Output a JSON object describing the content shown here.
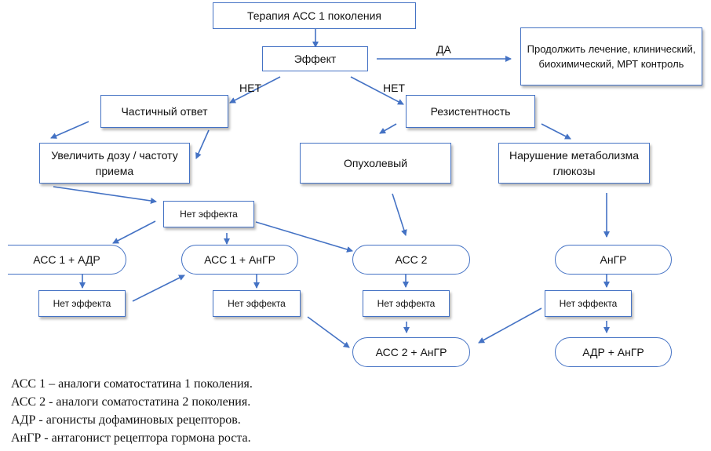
{
  "diagram": {
    "nodes": {
      "start": "Терапия АСС 1 поколения",
      "effect": "Эффект",
      "continue": "Продолжить лечение, клинический, биохимический, МРТ контроль",
      "partial": "Частичный ответ",
      "resistance": "Резистентность",
      "increase_dose": "Увеличить дозу / частоту приема",
      "tumor": "Опухолевый",
      "glucose": "Нарушение метаболизма глюкозы",
      "no_effect_main": "Нет эффекта",
      "acc1_adr": "АСС 1 + АДР",
      "acc1_angr": "АСС 1 + АнГР",
      "acc2": "АСС 2",
      "angr": "АнГР",
      "no_effect_acc1_adr": "Нет эффекта",
      "no_effect_acc1_angr": "Нет эффекта",
      "no_effect_acc2": "Нет эффекта",
      "no_effect_angr": "Нет эффекта",
      "acc2_angr": "АСС 2 + АнГР",
      "adr_angr": "АДР + АнГР"
    },
    "edge_labels": {
      "yes": "ДА",
      "no_left": "НЕТ",
      "no_right": "НЕТ"
    },
    "colors": {
      "border": "#4472c4",
      "arrow": "#4472c4"
    }
  },
  "legend": [
    "АСС 1 – аналоги соматостатина 1 поколения.",
    "АСС 2 - аналоги соматостатина 2 поколения.",
    "АДР - агонисты дофаминовых рецепторов.",
    "АнГР - антагонист рецептора гормона роста."
  ]
}
